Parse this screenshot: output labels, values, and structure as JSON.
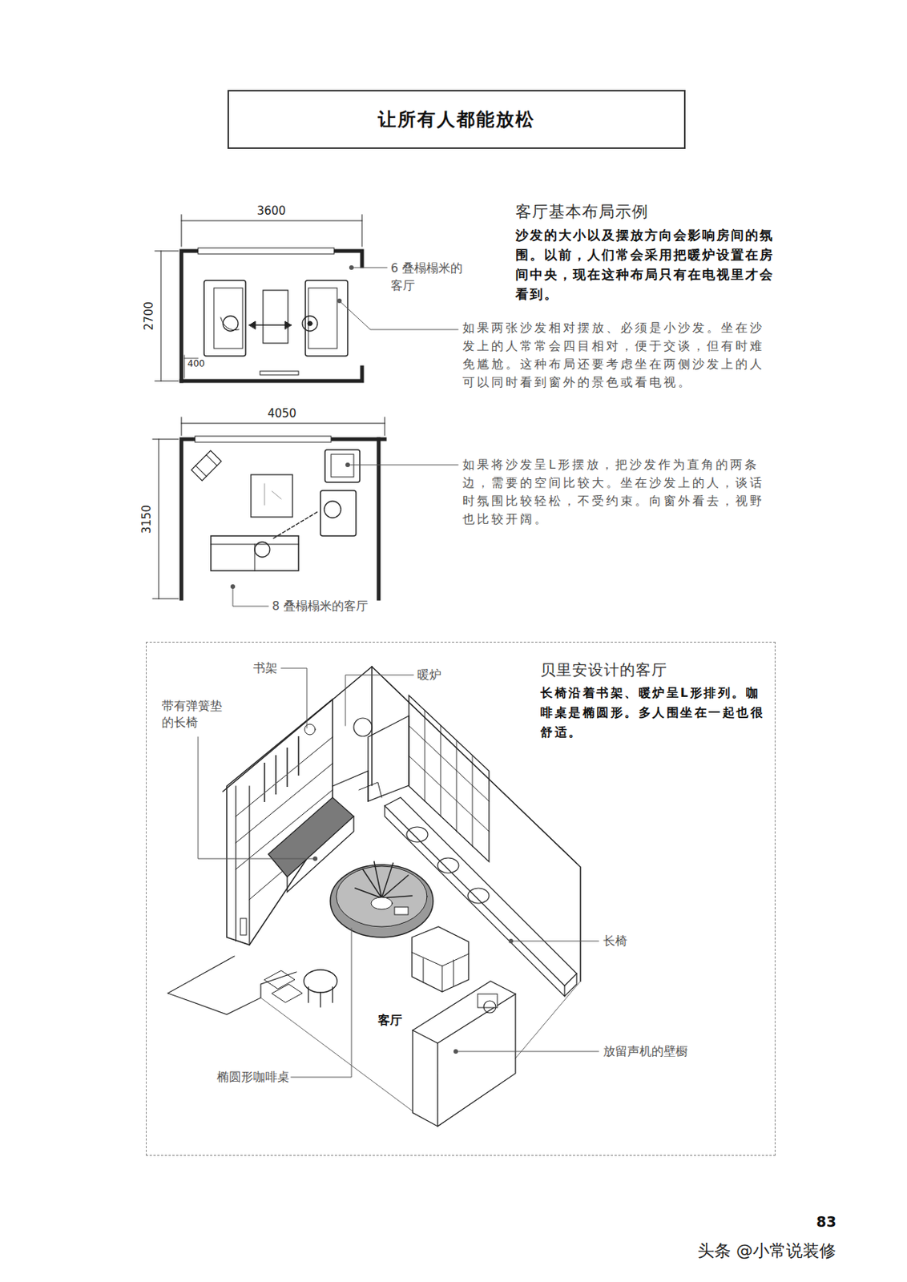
{
  "diagram": {
    "title": "让所有人都能放松",
    "nodes": [
      {
        "text": [
          "贝里安设计的客厅",
          "长椅沿着书架、暖炉呈L形排列。咖啡桌是椭圆形。多人围坐在一起也很舒适。"
        ]
      }
    ],
    "labels": [
      "3600",
      "2700",
      "400",
      "6 叠榻榻米的客厅",
      "客厅基本布局示例",
      "沙发的大小以及摆放方向会影响房间的氛围。以前，人们常会采用把暖炉设置在房间中央，现在这种布局只有在电视里才会看到。",
      "如果两张沙发相对摆放、必须是小沙发。坐在沙发上的人常常会四目相对，便于交谈，但有时难免尴尬。这种布局还要考虑坐在两侧沙发上的人可以同时看到窗外的景色或看电视。",
      "4050",
      "3150",
      "如果将沙发呈L形摆放，把沙发作为直角的两条边，需要的空间比较大。坐在沙发上的人，谈话时氛围比较轻松，不受约束。向窗外看去，视野也比较开阔。",
      "8 叠榻榻米的客厅",
      "书架",
      "暖炉",
      "带有弹簧垫的长椅",
      "长椅",
      "客厅",
      "放留声机的壁橱",
      "椭圆形咖啡桌",
      "83",
      "头条 @小常说装修"
    ]
  }
}
